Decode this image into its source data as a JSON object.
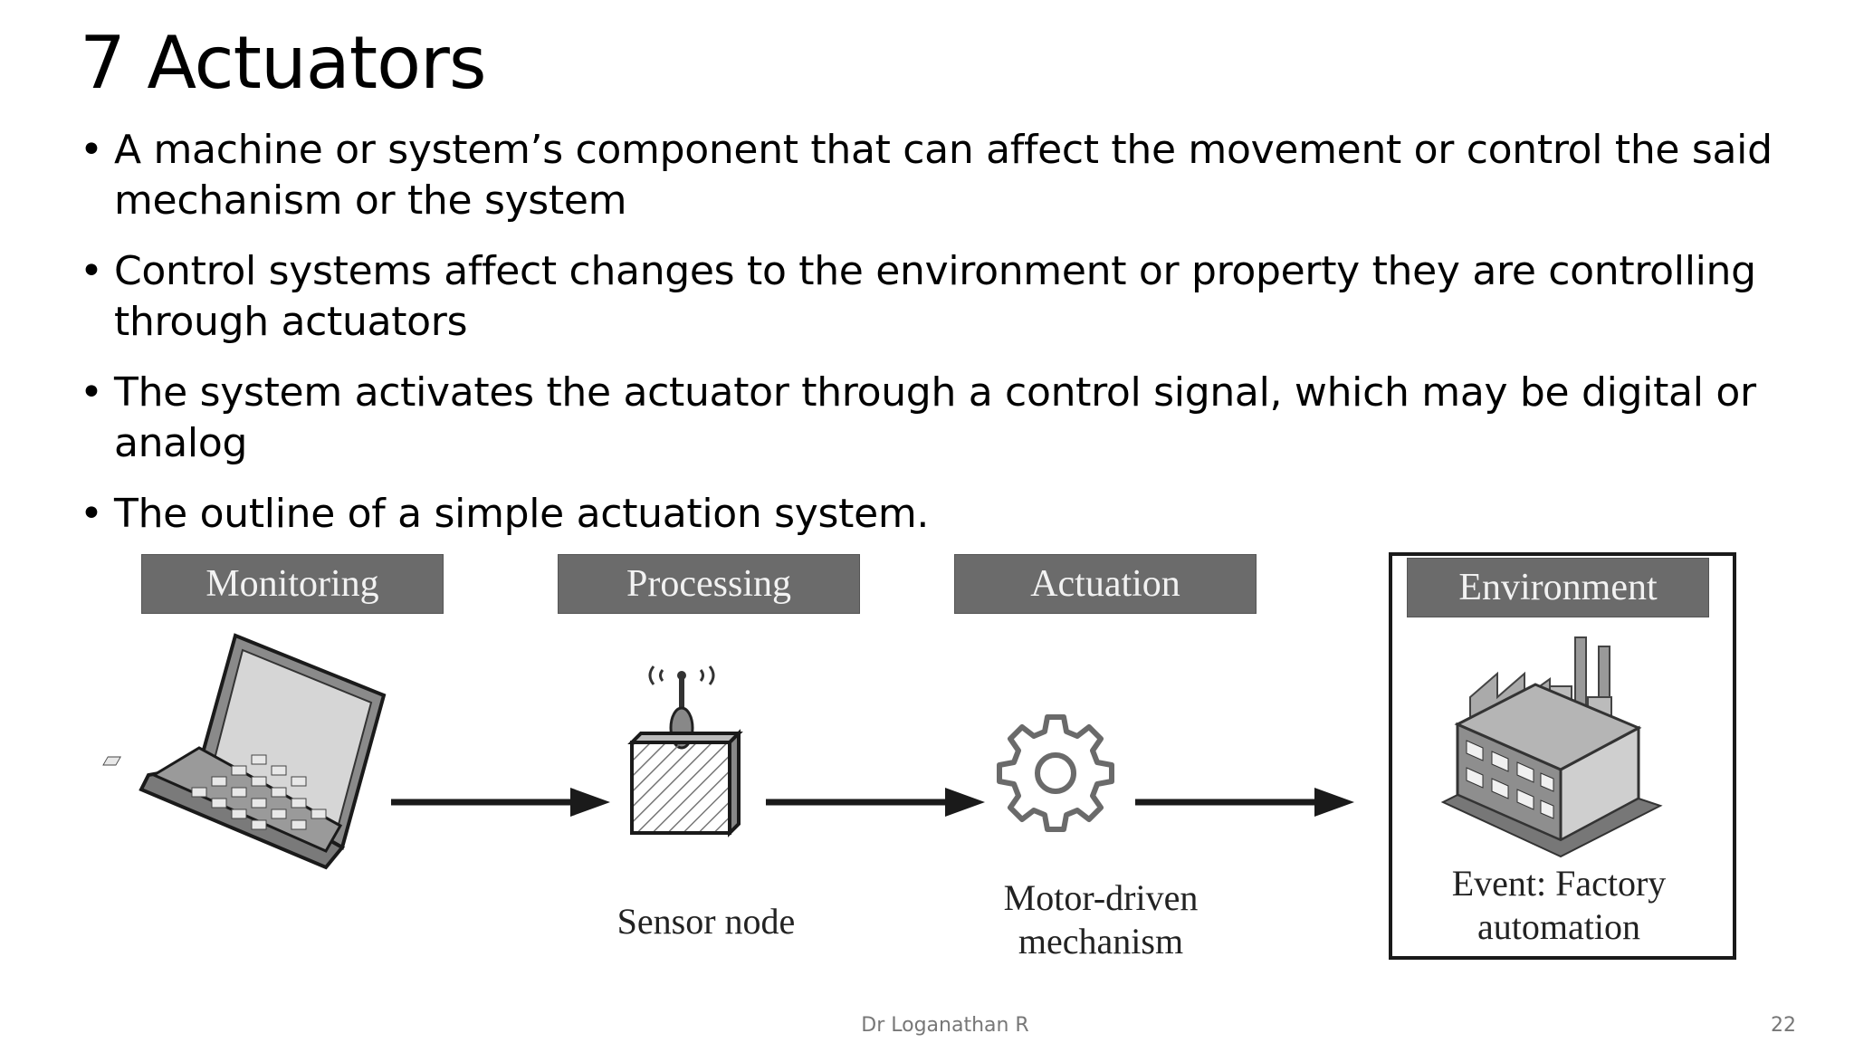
{
  "slide": {
    "title": "7 Actuators",
    "bullets": [
      "A machine or system’s component that can affect the movement or control the said mechanism or the system",
      "Control systems affect changes to the environment or property they are controlling through actuators",
      "The system activates the actuator through a control signal, which may be digital or analog",
      "The outline of a simple actuation system."
    ],
    "footer_author": "Dr Loganathan R",
    "page_number": "22"
  },
  "diagram": {
    "stages": [
      {
        "label": "Monitoring",
        "icon": "laptop-icon",
        "caption": ""
      },
      {
        "label": "Processing",
        "icon": "sensor-node-icon",
        "caption": "Sensor node"
      },
      {
        "label": "Actuation",
        "icon": "gear-icon",
        "caption_lines": [
          "Motor-driven",
          "mechanism"
        ]
      },
      {
        "label": "Environment",
        "icon": "factory-icon",
        "caption_lines": [
          "Event: Factory",
          "automation"
        ]
      }
    ],
    "colors": {
      "label_bg": "#6b6b6b",
      "label_text": "#f2f2f2",
      "line": "#1a1a1a"
    }
  }
}
